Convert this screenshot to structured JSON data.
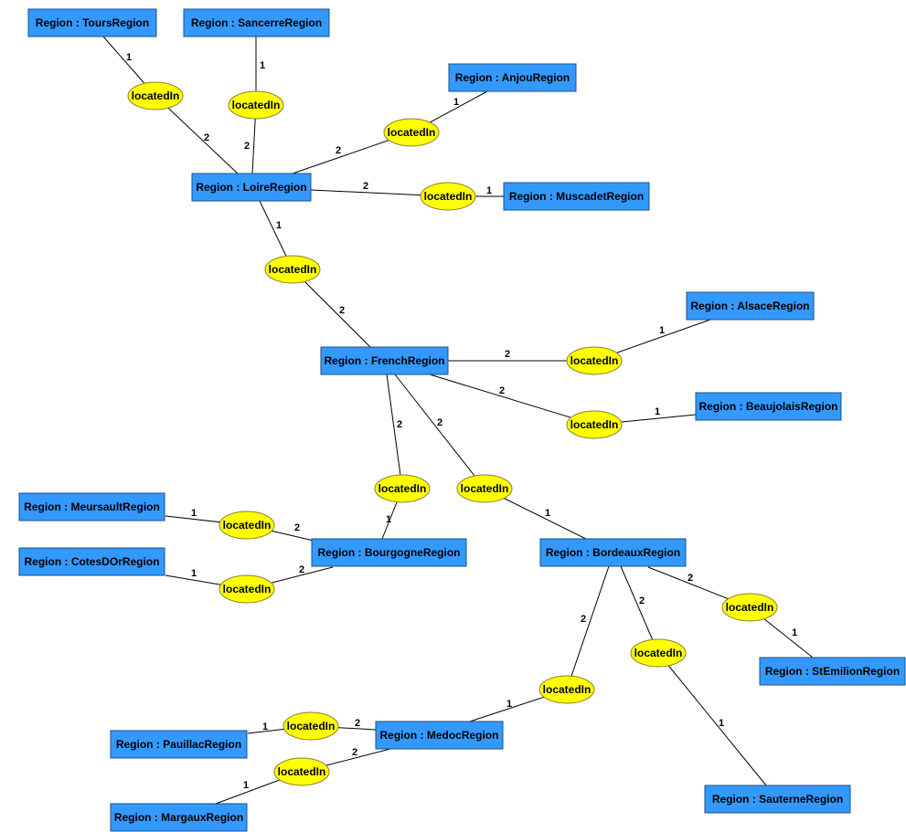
{
  "colors": {
    "node_fill": "#3399ff",
    "relation_fill": "#ffff00",
    "edge": "#000000"
  },
  "nodes": [
    {
      "id": "tours",
      "label": "Region : ToursRegion"
    },
    {
      "id": "sancerre",
      "label": "Region : SancerreRegion"
    },
    {
      "id": "anjou",
      "label": "Region : AnjouRegion"
    },
    {
      "id": "loire",
      "label": "Region : LoireRegion"
    },
    {
      "id": "muscadet",
      "label": "Region : MuscadetRegion"
    },
    {
      "id": "alsace",
      "label": "Region : AlsaceRegion"
    },
    {
      "id": "french",
      "label": "Region : FrenchRegion"
    },
    {
      "id": "beaujolais",
      "label": "Region : BeaujolaisRegion"
    },
    {
      "id": "meursault",
      "label": "Region : MeursaultRegion"
    },
    {
      "id": "bourgogne",
      "label": "Region : BourgogneRegion"
    },
    {
      "id": "bordeaux",
      "label": "Region : BordeauxRegion"
    },
    {
      "id": "cotesdor",
      "label": "Region : CotesDOrRegion"
    },
    {
      "id": "stemilion",
      "label": "Region : StEmilionRegion"
    },
    {
      "id": "medoc",
      "label": "Region : MedocRegion"
    },
    {
      "id": "pauillac",
      "label": "Region : PauillacRegion"
    },
    {
      "id": "margaux",
      "label": "Region : MargauxRegion"
    },
    {
      "id": "sauterne",
      "label": "Region : SauterneRegion"
    }
  ],
  "relations": [
    {
      "id": "r-tours",
      "label": "locatedIn",
      "from": "tours",
      "to": "loire",
      "from_mult": "1",
      "to_mult": "2"
    },
    {
      "id": "r-sancerre",
      "label": "locatedIn",
      "from": "sancerre",
      "to": "loire",
      "from_mult": "1",
      "to_mult": "2"
    },
    {
      "id": "r-anjou",
      "label": "locatedIn",
      "from": "anjou",
      "to": "loire",
      "from_mult": "1",
      "to_mult": "2"
    },
    {
      "id": "r-muscadet",
      "label": "locatedIn",
      "from": "muscadet",
      "to": "loire",
      "from_mult": "1",
      "to_mult": "2"
    },
    {
      "id": "r-loire",
      "label": "locatedIn",
      "from": "loire",
      "to": "french",
      "from_mult": "1",
      "to_mult": "2"
    },
    {
      "id": "r-alsace",
      "label": "locatedIn",
      "from": "alsace",
      "to": "french",
      "from_mult": "1",
      "to_mult": "2"
    },
    {
      "id": "r-beaujolais",
      "label": "locatedIn",
      "from": "beaujolais",
      "to": "french",
      "from_mult": "1",
      "to_mult": "2"
    },
    {
      "id": "r-bourgogne",
      "label": "locatedIn",
      "from": "bourgogne",
      "to": "french",
      "from_mult": "1",
      "to_mult": "2"
    },
    {
      "id": "r-bordeaux",
      "label": "locatedIn",
      "from": "bordeaux",
      "to": "french",
      "from_mult": "1",
      "to_mult": "2"
    },
    {
      "id": "r-meursault",
      "label": "locatedIn",
      "from": "meursault",
      "to": "bourgogne",
      "from_mult": "1",
      "to_mult": "2"
    },
    {
      "id": "r-cotesdor",
      "label": "locatedIn",
      "from": "cotesdor",
      "to": "bourgogne",
      "from_mult": "1",
      "to_mult": "2"
    },
    {
      "id": "r-stemilion",
      "label": "locatedIn",
      "from": "stemilion",
      "to": "bordeaux",
      "from_mult": "1",
      "to_mult": "2"
    },
    {
      "id": "r-sauterne",
      "label": "locatedIn",
      "from": "sauterne",
      "to": "bordeaux",
      "from_mult": "1",
      "to_mult": "2"
    },
    {
      "id": "r-medoc",
      "label": "locatedIn",
      "from": "medoc",
      "to": "bordeaux",
      "from_mult": "1",
      "to_mult": "2"
    },
    {
      "id": "r-pauillac",
      "label": "locatedIn",
      "from": "pauillac",
      "to": "medoc",
      "from_mult": "1",
      "to_mult": "2"
    },
    {
      "id": "r-margaux",
      "label": "locatedIn",
      "from": "margaux",
      "to": "medoc",
      "from_mult": "1",
      "to_mult": "2"
    }
  ]
}
